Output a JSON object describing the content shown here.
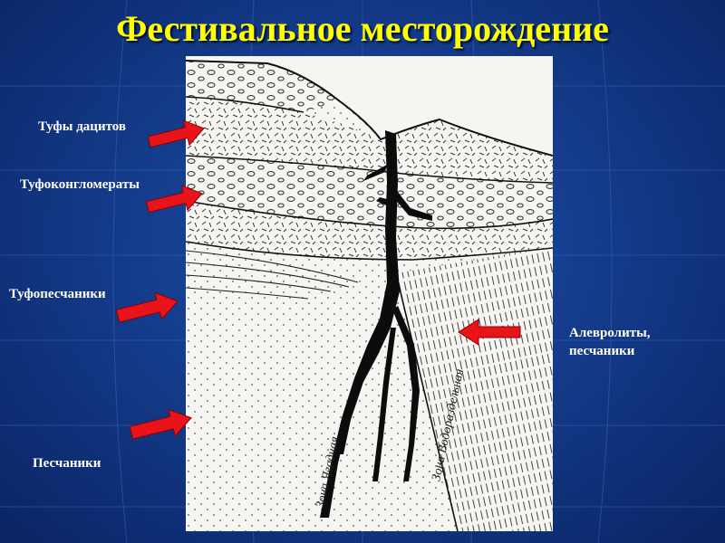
{
  "title": "Фестивальное месторождение",
  "labels": {
    "dacite_tuffs": "Туфы дацитов",
    "tuff_conglomerates": "Туфоконгломераты",
    "tuff_sandstones": "Туфопесчаники",
    "sandstones": "Песчаники",
    "siltstones_sandstones": "Алевролиты, песчаники"
  },
  "zones": {
    "yagodnaya": "Зона Ягодная",
    "vodorazdelnaya": "Зона Водораздельная"
  },
  "colors": {
    "background": "#143c8c",
    "title": "#ffff00",
    "label_text": "#ffffff",
    "arrow": "#e8141a"
  }
}
